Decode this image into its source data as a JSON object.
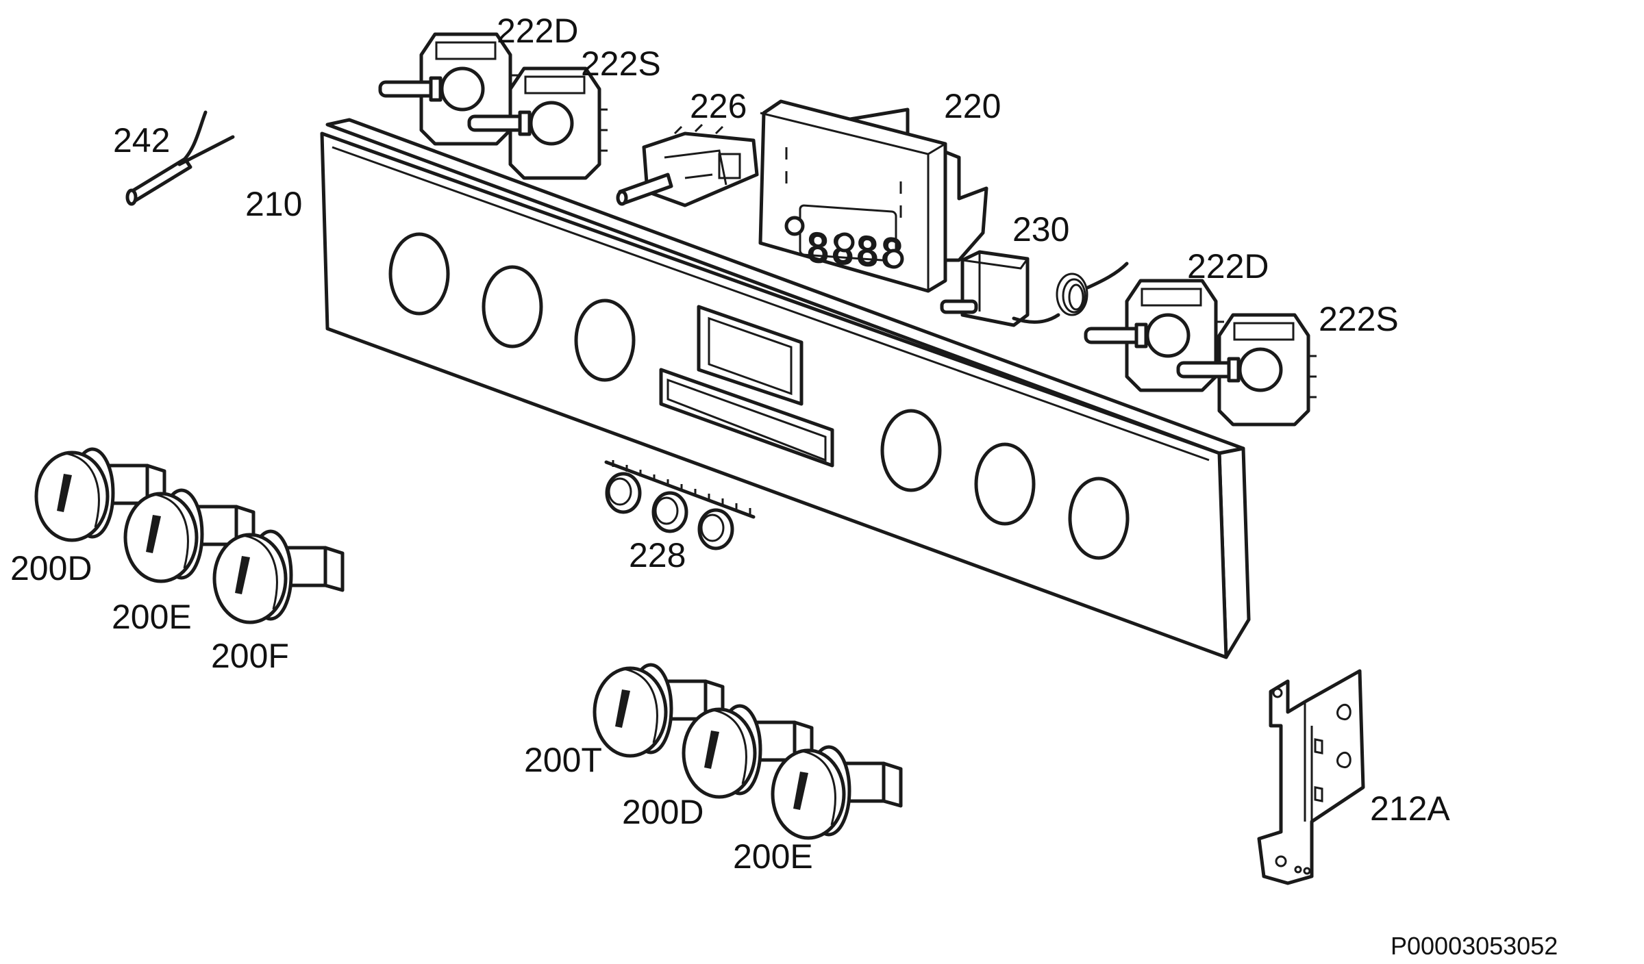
{
  "labels": {
    "l242": "242",
    "l222D_top": "222D",
    "l222S_top": "222S",
    "l226": "226",
    "l220": "220",
    "l210": "210",
    "l230": "230",
    "l222D_right": "222D",
    "l222S_right": "222S",
    "l228": "228",
    "l200D_left": "200D",
    "l200E_left": "200E",
    "l200F": "200F",
    "l200T": "200T",
    "l200D_bottom": "200D",
    "l200E_bottom": "200E",
    "l212A": "212A"
  },
  "reference_code": "P00003053052",
  "display_digits": "8888"
}
